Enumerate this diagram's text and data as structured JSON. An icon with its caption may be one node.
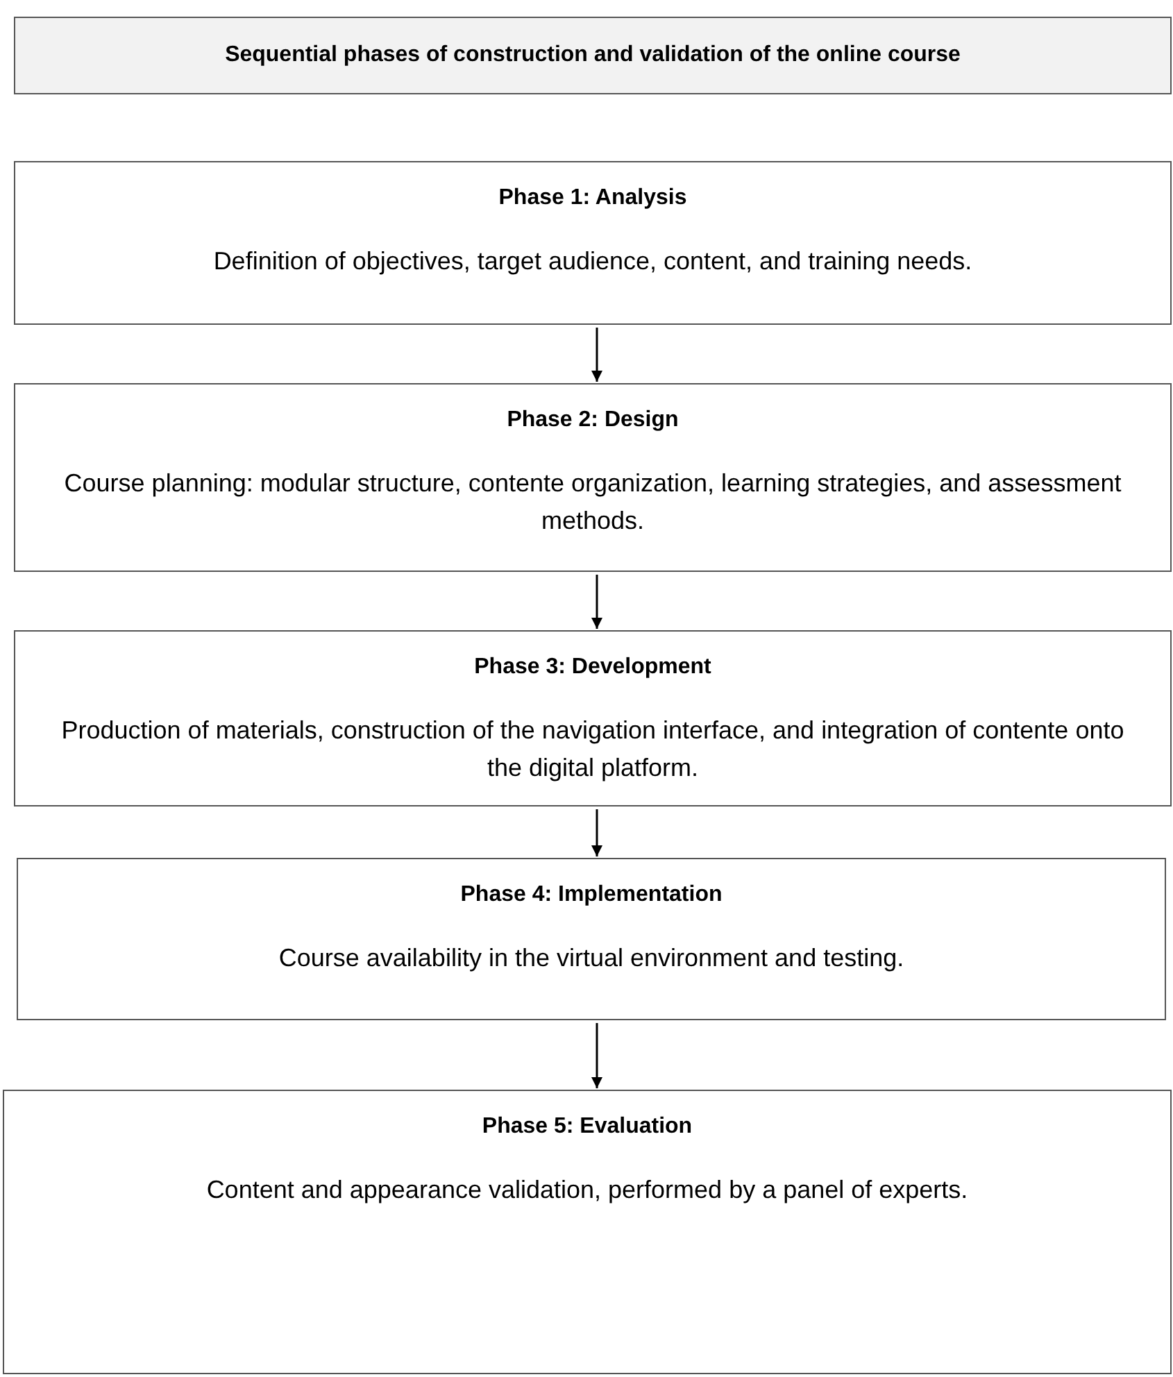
{
  "diagram": {
    "title": "Sequential phases of construction and validation of the online course",
    "nodes": [
      {
        "text": [
          "Phase 1: Analysis",
          "Definition of objectives, target audience, content, and training needs."
        ]
      },
      {
        "text": [
          "Phase 2: Design",
          "Course planning: modular structure, contente organization, learning strategies, and assessment methods."
        ]
      },
      {
        "text": [
          "Phase 3: Development",
          "Production of materials, construction of the navigation interface, and integration of contente onto the digital platform."
        ]
      },
      {
        "text": [
          "Phase 4: Implementation",
          "Course availability in the virtual environment and testing."
        ]
      },
      {
        "text": [
          "Phase 5: Evaluation",
          "Content and appearance validation, performed by a panel of experts."
        ]
      }
    ],
    "edges": [
      {
        "from": 0,
        "to": 1,
        "arrow": "to"
      },
      {
        "from": 1,
        "to": 2,
        "arrow": "to"
      },
      {
        "from": 2,
        "to": 3,
        "arrow": "to"
      },
      {
        "from": 3,
        "to": 4,
        "arrow": "to"
      }
    ]
  }
}
